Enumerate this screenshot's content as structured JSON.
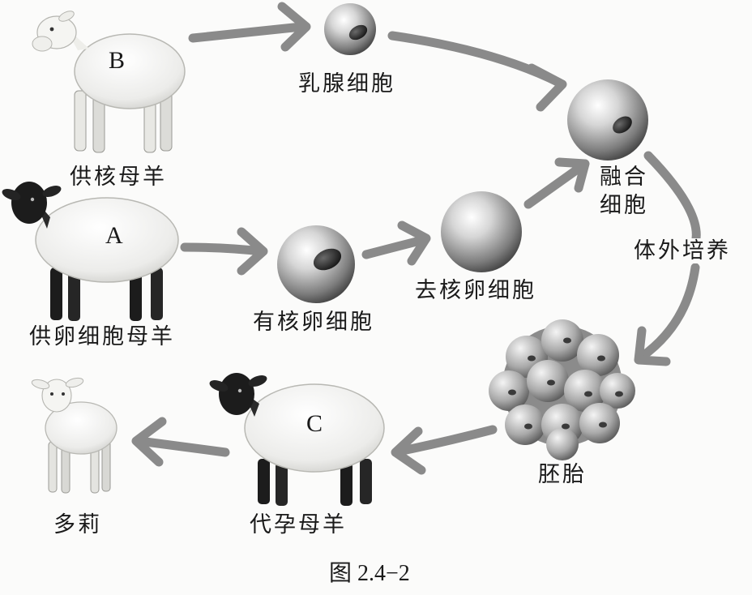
{
  "labels": {
    "donor_nucleus_ewe": "供核母羊",
    "mammary_cell": "乳腺细胞",
    "fused_cell_line1": "融合",
    "fused_cell_line2": "细胞",
    "in_vitro_culture": "体外培养",
    "egg_donor_ewe": "供卵细胞母羊",
    "nucleated_egg": "有核卵细胞",
    "enucleated_egg": "去核卵细胞",
    "embryo": "胚胎",
    "surrogate_ewe": "代孕母羊",
    "dolly": "多莉"
  },
  "sheep_letters": {
    "b": "B",
    "a": "A",
    "c": "C"
  },
  "caption": "图 2.4−2",
  "colors": {
    "arrow": "#8a8a8a",
    "text": "#1a1a1a",
    "wool": "#f1f1ee",
    "dark_face": "#1c1c1c"
  }
}
